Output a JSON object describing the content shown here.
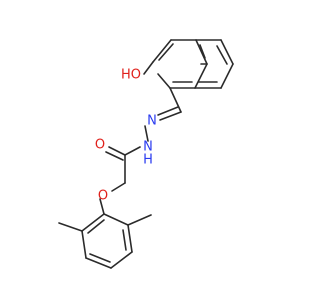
{
  "molecule": {
    "atoms": [
      {
        "id": "O_hydroxyl",
        "symbol": "O",
        "label": "HO",
        "color": "#e0201b"
      },
      {
        "id": "N_imine",
        "symbol": "N",
        "label": "N",
        "color": "#2b3cf0"
      },
      {
        "id": "N_amide",
        "symbol": "N",
        "label": "N",
        "color": "#2b3cf0"
      },
      {
        "id": "H_amide",
        "symbol": "H",
        "label": "H",
        "color": "#2b3cf0"
      },
      {
        "id": "O_carbonyl",
        "symbol": "O",
        "label": "O",
        "color": "#e0201b"
      },
      {
        "id": "O_ether",
        "symbol": "O",
        "label": "O",
        "color": "#e0201b"
      }
    ],
    "colors": {
      "bond": "#2b2b2b",
      "oxygen": "#e0201b",
      "nitrogen": "#2b3cf0"
    }
  }
}
